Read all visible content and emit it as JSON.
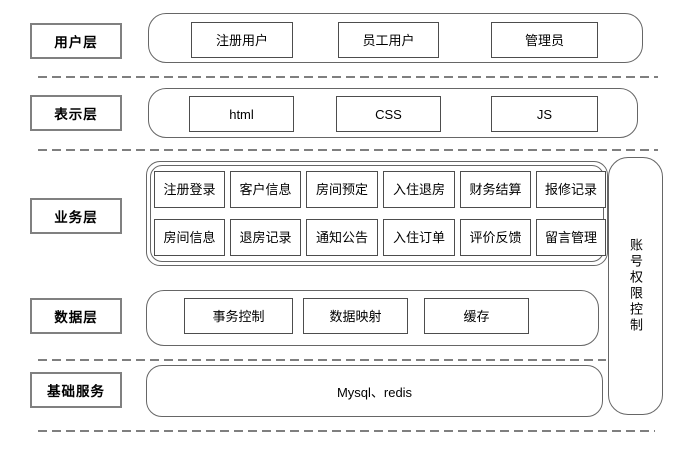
{
  "diagram": {
    "title": "layered-architecture-diagram",
    "colors": {
      "background": "#ffffff",
      "box_border": "#4d4d4d",
      "container_border": "#666666",
      "label_border": "#808080",
      "dash": "#7f7f7f",
      "text": "#000000"
    },
    "layers": [
      {
        "label": "用户层",
        "items": [
          "注册用户",
          "员工用户",
          "管理员"
        ]
      },
      {
        "label": "表示层",
        "items": [
          "html",
          "CSS",
          "JS"
        ]
      },
      {
        "label": "业务层",
        "rows": [
          [
            "注册登录",
            "客户信息",
            "房间预定",
            "入住退房",
            "财务结算",
            "报修记录"
          ],
          [
            "房间信息",
            "退房记录",
            "通知公告",
            "入住订单",
            "评价反馈",
            "留言管理"
          ]
        ]
      },
      {
        "label": "数据层",
        "items": [
          "事务控制",
          "数据映射",
          "缓存"
        ]
      },
      {
        "label": "基础服务",
        "text": "Mysql、redis"
      }
    ],
    "side_box": {
      "text": "账号权限控制"
    }
  }
}
